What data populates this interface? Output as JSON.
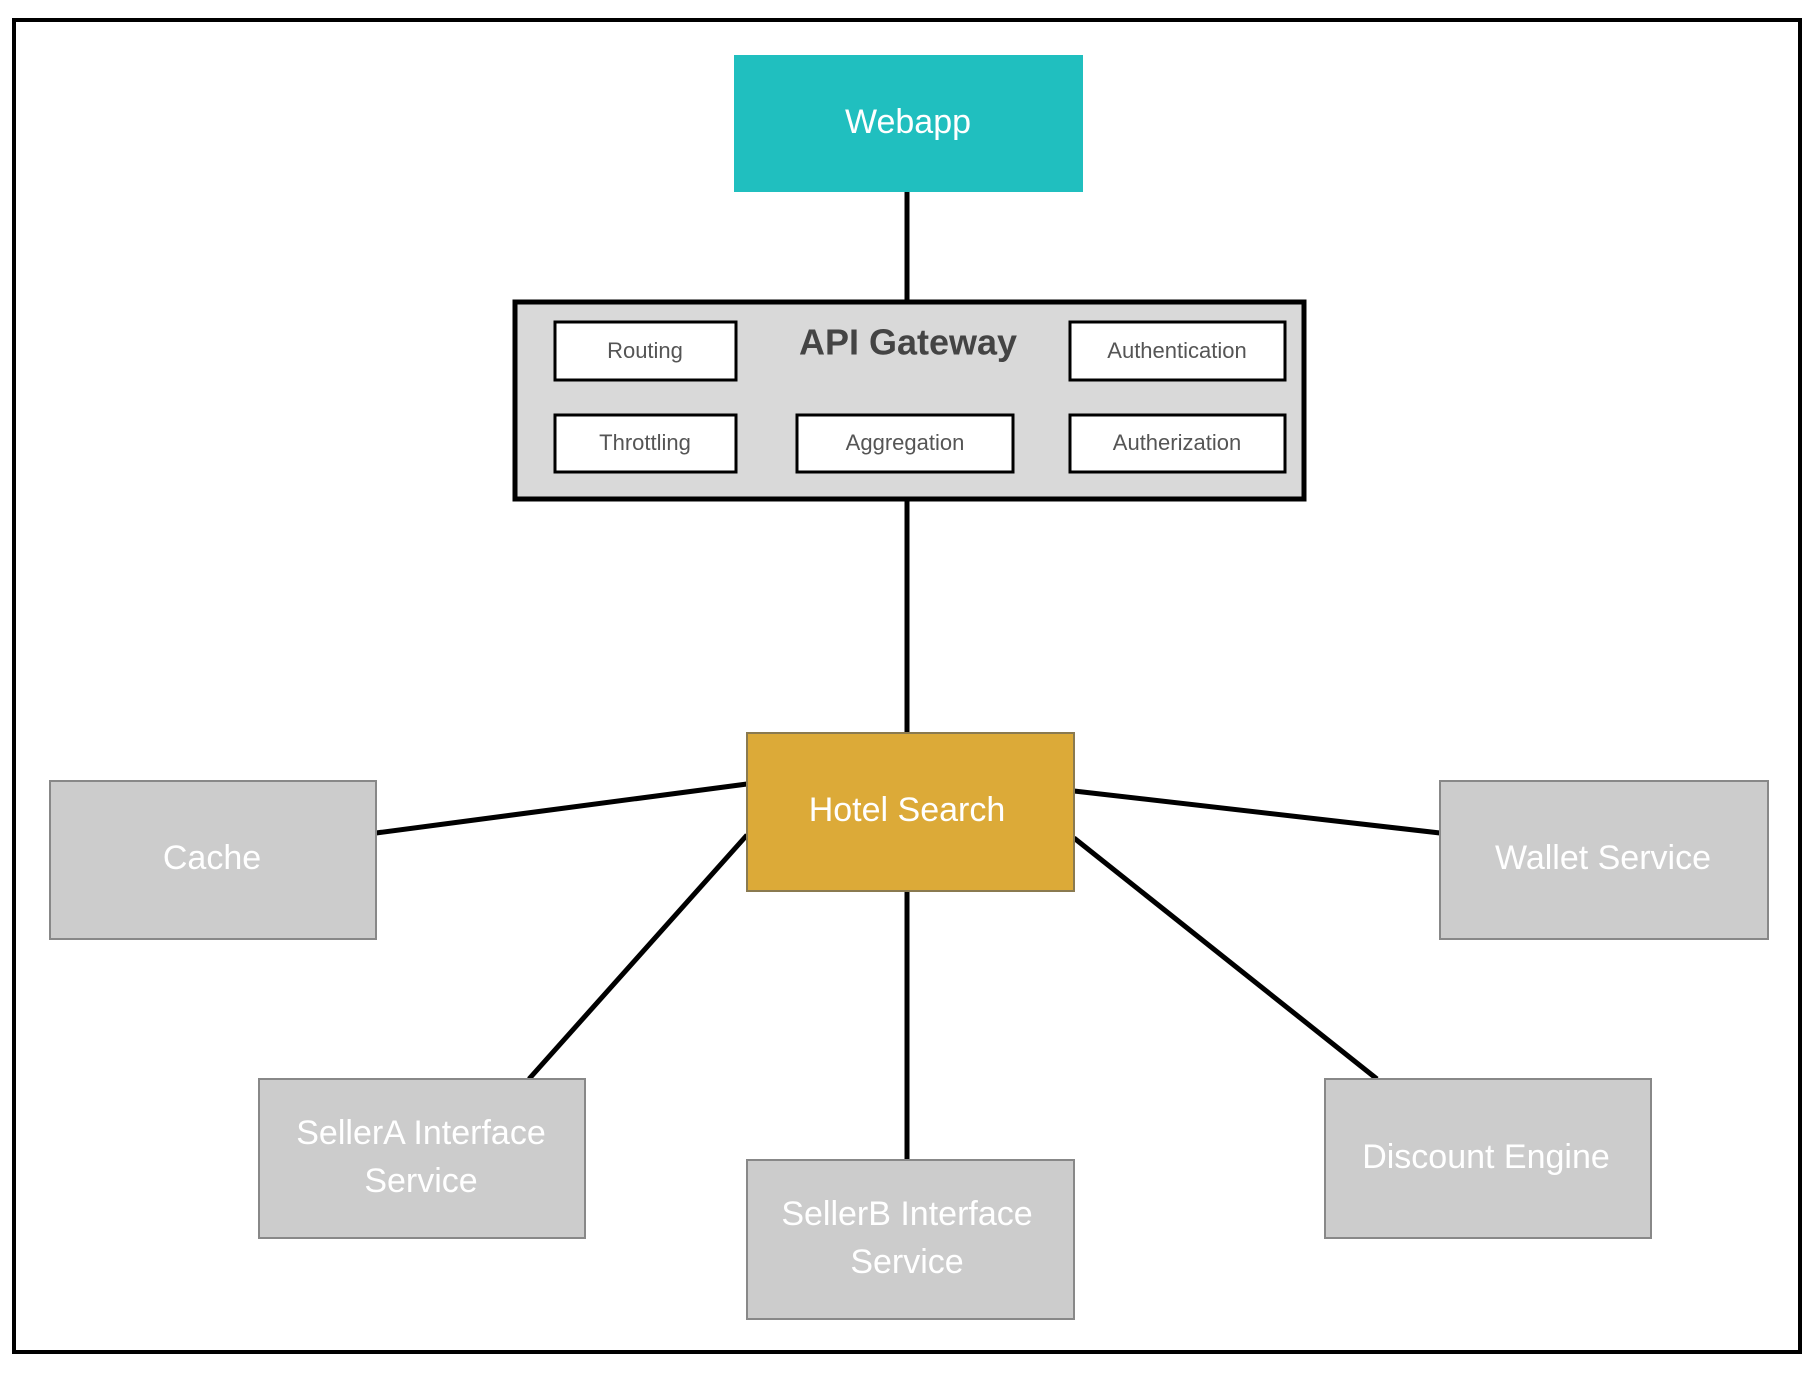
{
  "diagram": {
    "webapp": {
      "label": "Webapp",
      "color": "#20bfbf"
    },
    "gateway": {
      "title": "API Gateway",
      "features": [
        "Routing",
        "Authentication",
        "Throttling",
        "Aggregation",
        "Autherization"
      ]
    },
    "hotel_search": {
      "label": "Hotel Search",
      "color": "#dcaa38"
    },
    "services": {
      "cache": "Cache",
      "wallet": "Wallet Service",
      "seller_a": [
        "SellerA Interface",
        "Service"
      ],
      "seller_b": [
        "SellerB Interface",
        "Service"
      ],
      "discount": "Discount Engine"
    },
    "service_color": "#cccccc"
  }
}
